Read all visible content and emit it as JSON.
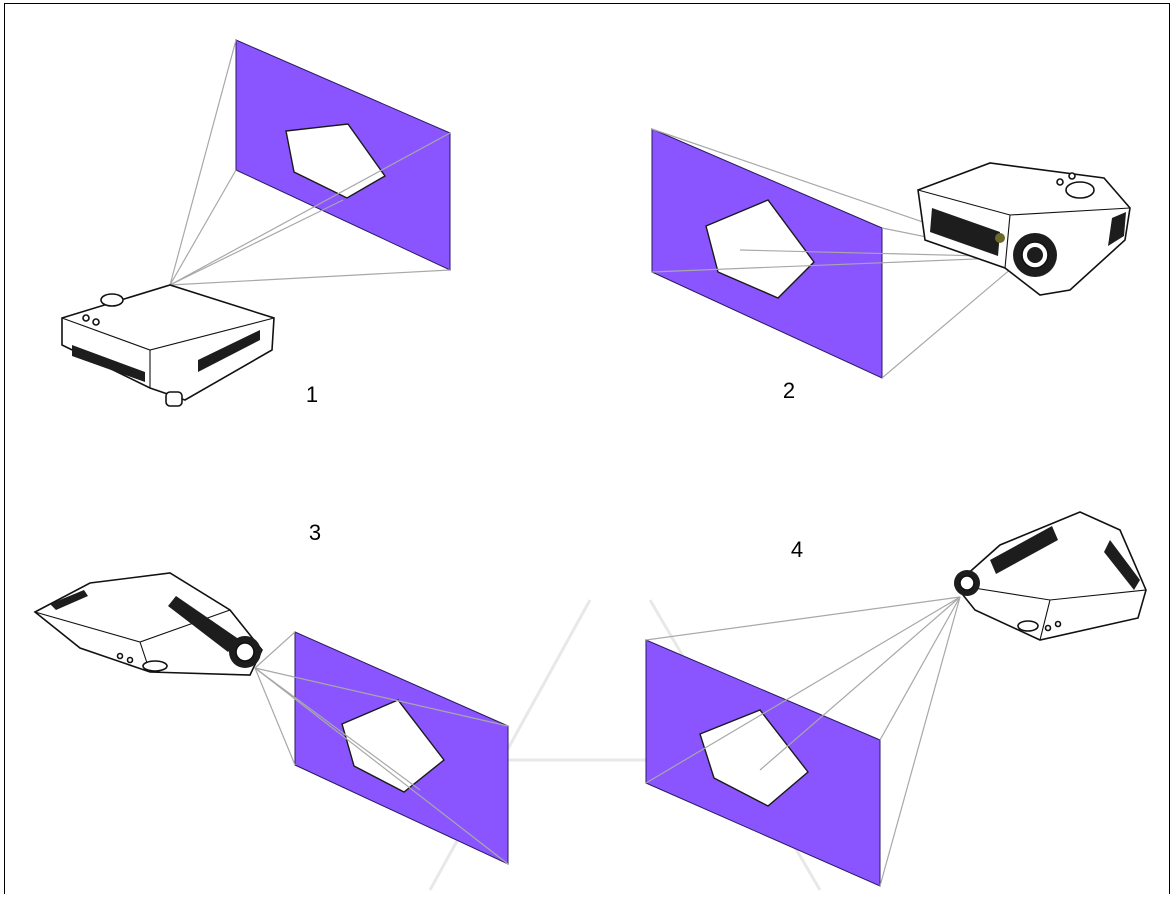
{
  "diagram": {
    "panels": [
      {
        "number": "1",
        "placement": "floor-front"
      },
      {
        "number": "2",
        "placement": "floor-rear"
      },
      {
        "number": "3",
        "placement": "ceiling-front"
      },
      {
        "number": "4",
        "placement": "ceiling-rear"
      }
    ],
    "colors": {
      "screen": "#8a55ff",
      "projection_lines": "#a8a8a8",
      "outline": "#111111"
    }
  }
}
